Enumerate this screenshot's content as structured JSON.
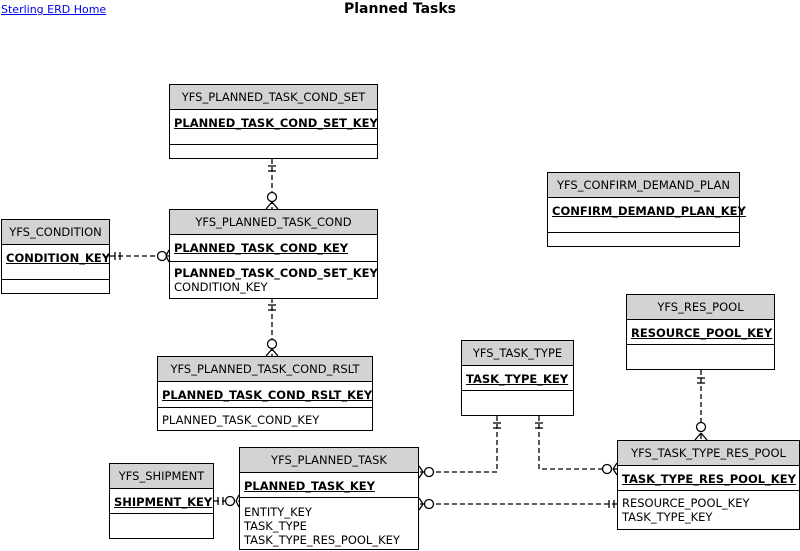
{
  "header": {
    "home_link": "Sterling ERD Home",
    "title": "Planned Tasks"
  },
  "entities": {
    "cond_set": {
      "name": "YFS_PLANNED_TASK_COND_SET",
      "pk": "PLANNED_TASK_COND_SET_KEY",
      "attrs": []
    },
    "confirm_demand_plan": {
      "name": "YFS_CONFIRM_DEMAND_PLAN",
      "pk": "CONFIRM_DEMAND_PLAN_KEY",
      "attrs": []
    },
    "condition": {
      "name": "YFS_CONDITION",
      "pk": "CONDITION_KEY",
      "attrs": []
    },
    "task_cond": {
      "name": "YFS_PLANNED_TASK_COND",
      "pk": "PLANNED_TASK_COND_KEY",
      "attrs": [
        "PLANNED_TASK_COND_SET_KEY",
        "CONDITION_KEY"
      ]
    },
    "res_pool": {
      "name": "YFS_RES_POOL",
      "pk": "RESOURCE_POOL_KEY",
      "attrs": []
    },
    "cond_rslt": {
      "name": "YFS_PLANNED_TASK_COND_RSLT",
      "pk": "PLANNED_TASK_COND_RSLT_KEY",
      "attrs": [
        "PLANNED_TASK_COND_KEY"
      ]
    },
    "task_type": {
      "name": "YFS_TASK_TYPE",
      "pk": "TASK_TYPE_KEY",
      "attrs": []
    },
    "shipment": {
      "name": "YFS_SHIPMENT",
      "pk": "SHIPMENT_KEY",
      "attrs": []
    },
    "planned_task": {
      "name": "YFS_PLANNED_TASK",
      "pk": "PLANNED_TASK_KEY",
      "attrs": [
        "ENTITY_KEY",
        "TASK_TYPE",
        "TASK_TYPE_RES_POOL_KEY"
      ]
    },
    "task_type_res_pool": {
      "name": "YFS_TASK_TYPE_RES_POOL",
      "pk": "TASK_TYPE_RES_POOL_KEY",
      "attrs": [
        "RESOURCE_POOL_KEY",
        "TASK_TYPE_KEY"
      ]
    }
  }
}
